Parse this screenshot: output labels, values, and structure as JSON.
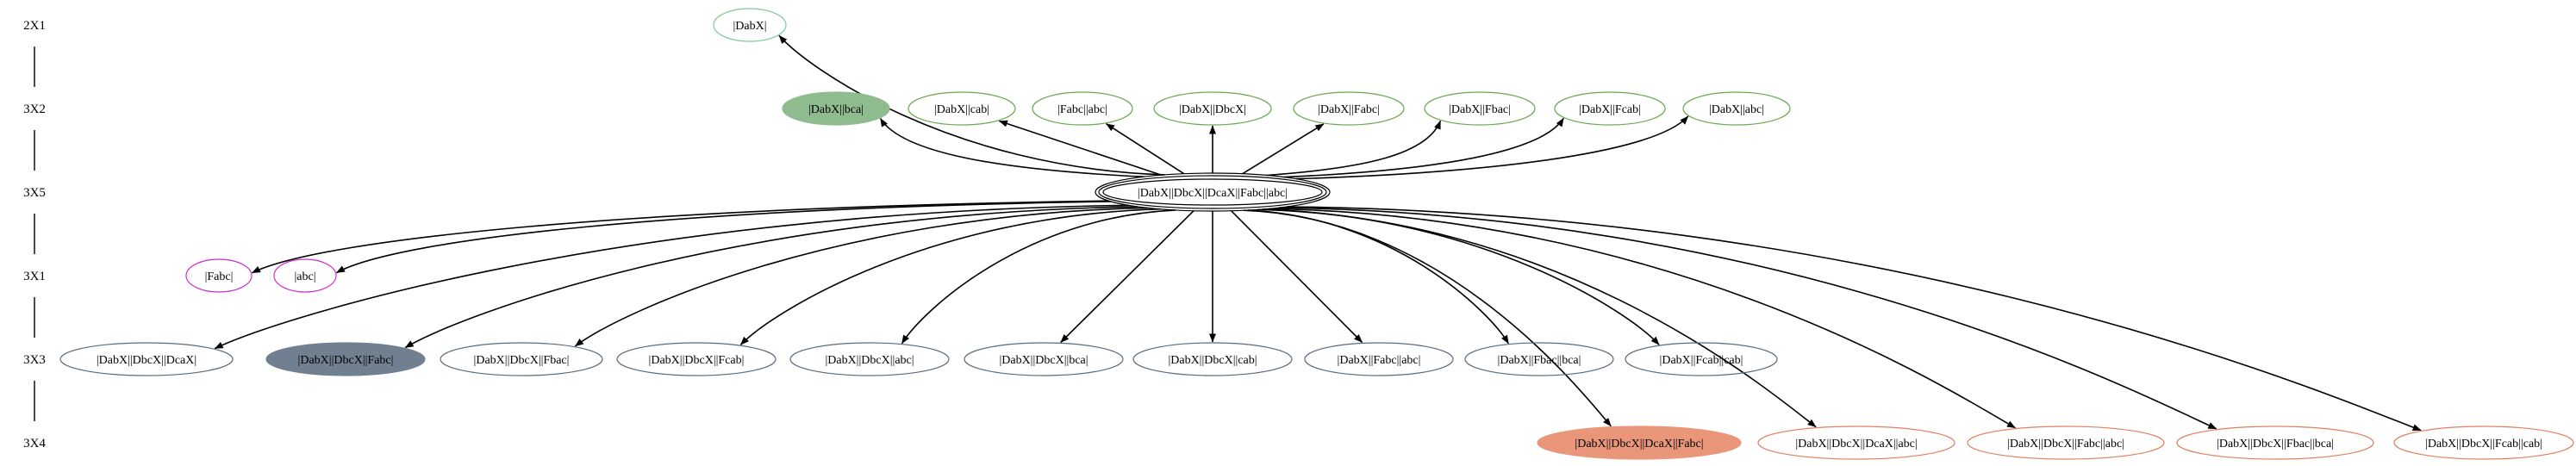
{
  "ranks": [
    {
      "id": "r1",
      "label": "2X1"
    },
    {
      "id": "r2",
      "label": "3X2"
    },
    {
      "id": "r3",
      "label": "3X5"
    },
    {
      "id": "r4",
      "label": "3X1"
    },
    {
      "id": "r5",
      "label": "3X3"
    },
    {
      "id": "r6",
      "label": "3X4"
    }
  ],
  "nodes": [
    {
      "id": "dabx",
      "label": "|DabX|",
      "rank": "r1",
      "stroke": "#7fc99a",
      "fill": "none"
    },
    {
      "id": "dabxbca",
      "label": "|DabX||bca|",
      "rank": "r2",
      "stroke": "#8fbc8f",
      "fill": "#8fbc8f"
    },
    {
      "id": "dabxcab",
      "label": "|DabX||cab|",
      "rank": "r2",
      "stroke": "#6aa84f",
      "fill": "none"
    },
    {
      "id": "fabcabc",
      "label": "|Fabc||abc|",
      "rank": "r2",
      "stroke": "#6aa84f",
      "fill": "none"
    },
    {
      "id": "dabxdbcx",
      "label": "|DabX||DbcX|",
      "rank": "r2",
      "stroke": "#6aa84f",
      "fill": "none"
    },
    {
      "id": "dabxfabc",
      "label": "|DabX||Fabc|",
      "rank": "r2",
      "stroke": "#6aa84f",
      "fill": "none"
    },
    {
      "id": "dabxfbac",
      "label": "|DabX||Fbac|",
      "rank": "r2",
      "stroke": "#6aa84f",
      "fill": "none"
    },
    {
      "id": "dabxfcab",
      "label": "|DabX||Fcab|",
      "rank": "r2",
      "stroke": "#6aa84f",
      "fill": "none"
    },
    {
      "id": "dabxabc",
      "label": "|DabX||abc|",
      "rank": "r2",
      "stroke": "#6aa84f",
      "fill": "none"
    },
    {
      "id": "center",
      "label": "|DabX||DbcX||DcaX||Fabc||abc|",
      "rank": "r3",
      "stroke": "#000000",
      "fill": "none",
      "double": true
    },
    {
      "id": "fabc",
      "label": "|Fabc|",
      "rank": "r4",
      "stroke": "#cc33cc",
      "fill": "none"
    },
    {
      "id": "abc",
      "label": "|abc|",
      "rank": "r4",
      "stroke": "#cc33cc",
      "fill": "none"
    },
    {
      "id": "n31",
      "label": "|DabX||DbcX||DcaX|",
      "rank": "r5",
      "stroke": "#5a6a80",
      "fill": "none"
    },
    {
      "id": "n32",
      "label": "|DabX||DbcX||Fabc|",
      "rank": "r5",
      "stroke": "#708090",
      "fill": "#708090"
    },
    {
      "id": "n33",
      "label": "|DabX||DbcX||Fbac|",
      "rank": "r5",
      "stroke": "#5a6a80",
      "fill": "none"
    },
    {
      "id": "n34",
      "label": "|DabX||DbcX||Fcab|",
      "rank": "r5",
      "stroke": "#5a6a80",
      "fill": "none"
    },
    {
      "id": "n35",
      "label": "|DabX||DbcX||abc|",
      "rank": "r5",
      "stroke": "#5a6a80",
      "fill": "none"
    },
    {
      "id": "n36",
      "label": "|DabX||DbcX||bca|",
      "rank": "r5",
      "stroke": "#5a6a80",
      "fill": "none"
    },
    {
      "id": "n37",
      "label": "|DabX||DbcX||cab|",
      "rank": "r5",
      "stroke": "#5a6a80",
      "fill": "none"
    },
    {
      "id": "n38",
      "label": "|DabX||Fabc||abc|",
      "rank": "r5",
      "stroke": "#5a6a80",
      "fill": "none"
    },
    {
      "id": "n39",
      "label": "|DabX||Fbac||bca|",
      "rank": "r5",
      "stroke": "#5a6a80",
      "fill": "none"
    },
    {
      "id": "n310",
      "label": "|DabX||Fcab||cab|",
      "rank": "r5",
      "stroke": "#5a6a80",
      "fill": "none"
    },
    {
      "id": "n41",
      "label": "|DabX||DbcX||DcaX||Fabc|",
      "rank": "r6",
      "stroke": "#e9967a",
      "fill": "#e9967a"
    },
    {
      "id": "n42",
      "label": "|DabX||DbcX||DcaX||abc|",
      "rank": "r6",
      "stroke": "#e08060",
      "fill": "none"
    },
    {
      "id": "n43",
      "label": "|DabX||DbcX||Fabc||abc|",
      "rank": "r6",
      "stroke": "#e08060",
      "fill": "none"
    },
    {
      "id": "n44",
      "label": "|DabX||DbcX||Fbac||bca|",
      "rank": "r6",
      "stroke": "#e08060",
      "fill": "none"
    },
    {
      "id": "n45",
      "label": "|DabX||DbcX||Fcab||cab|",
      "rank": "r6",
      "stroke": "#e08060",
      "fill": "none"
    }
  ],
  "edges": [
    {
      "from": "center",
      "to": "dabx"
    },
    {
      "from": "center",
      "to": "dabxbca"
    },
    {
      "from": "center",
      "to": "dabxcab"
    },
    {
      "from": "center",
      "to": "fabcabc"
    },
    {
      "from": "center",
      "to": "dabxdbcx"
    },
    {
      "from": "center",
      "to": "dabxfabc"
    },
    {
      "from": "center",
      "to": "dabxfbac"
    },
    {
      "from": "center",
      "to": "dabxfcab"
    },
    {
      "from": "center",
      "to": "dabxabc"
    },
    {
      "from": "center",
      "to": "fabc"
    },
    {
      "from": "center",
      "to": "abc"
    },
    {
      "from": "center",
      "to": "n31"
    },
    {
      "from": "center",
      "to": "n32"
    },
    {
      "from": "center",
      "to": "n33"
    },
    {
      "from": "center",
      "to": "n34"
    },
    {
      "from": "center",
      "to": "n35"
    },
    {
      "from": "center",
      "to": "n36"
    },
    {
      "from": "center",
      "to": "n37"
    },
    {
      "from": "center",
      "to": "n38"
    },
    {
      "from": "center",
      "to": "n39"
    },
    {
      "from": "center",
      "to": "n310"
    },
    {
      "from": "center",
      "to": "n41"
    },
    {
      "from": "center",
      "to": "n42"
    },
    {
      "from": "center",
      "to": "n43"
    },
    {
      "from": "center",
      "to": "n44"
    },
    {
      "from": "center",
      "to": "n45"
    }
  ]
}
